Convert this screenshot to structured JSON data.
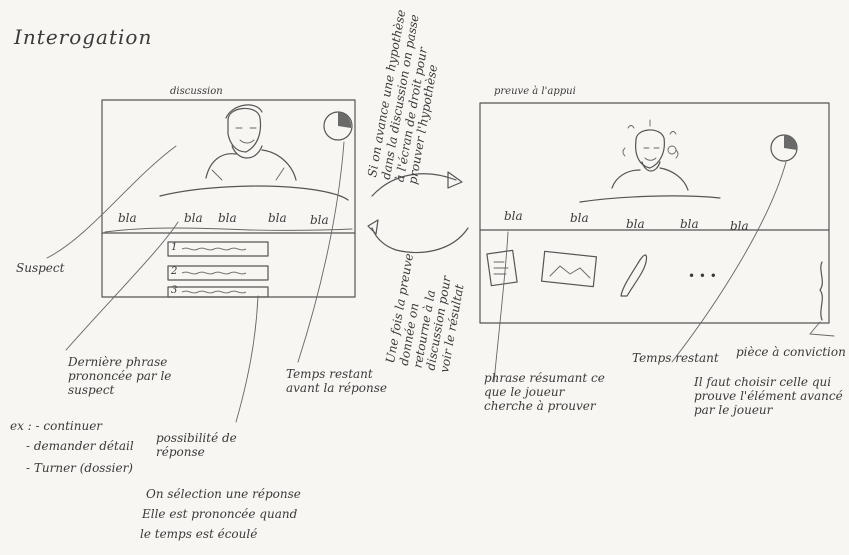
{
  "title": "Interogation",
  "left_panel": {
    "label": "discussion",
    "dialogue": [
      "bla",
      "bla",
      "bla",
      "bla",
      "bla"
    ],
    "answers": [
      "1",
      "2",
      "3"
    ]
  },
  "right_panel": {
    "label": "preuve à l'appui",
    "dialogue": [
      "bla",
      "bla",
      "bla",
      "bla",
      "bla"
    ],
    "evidence_more": "• • •"
  },
  "middle": {
    "top_note": "Si on avance une hypothèse dans la discussion on passe à l'écran de droit pour prouver l'hypothèse",
    "bottom_note": "Une fois la preuve donnée on retourne à la discussion pour voir le résultat"
  },
  "annotations": {
    "suspect": "Suspect",
    "last_phrase": "Dernière phrase prononcée par le suspect",
    "examples": [
      "ex : - continuer",
      "- demander détail",
      "- Turner (dossier)"
    ],
    "possibilities": "possibilité de réponse",
    "selection": [
      "On sélection une réponse",
      "Elle est prononcée quand",
      "le temps est écoulé"
    ],
    "time_left_answer": "Temps restant avant la réponse",
    "phrase_summary": "phrase résumant ce que le joueur cherche à prouver",
    "time_left": "Temps restant",
    "exhibit": "pièce à conviction",
    "exhibit_note": "Il faut choisir celle qui prouve l'élément avancé par le joueur"
  }
}
